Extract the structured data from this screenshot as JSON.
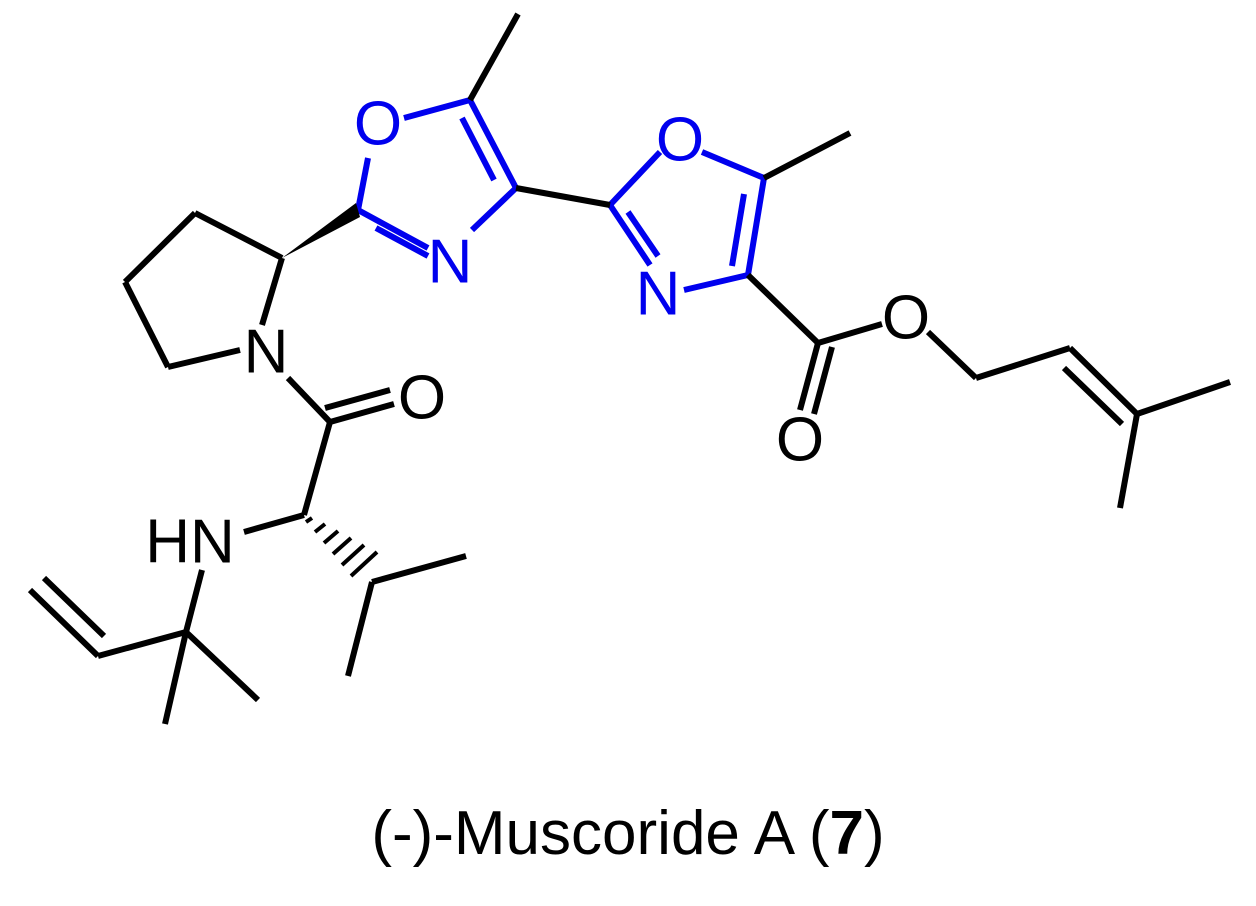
{
  "molecule": {
    "caption_prefix": "(-)-Muscoride A (",
    "caption_number": "7",
    "caption_suffix": ")"
  },
  "atoms": {
    "oxazole1_o": "O",
    "oxazole1_n": "N",
    "oxazole2_o": "O",
    "oxazole2_n": "N",
    "pyrrolidine_n": "N",
    "amide_o": "O",
    "ester_o": "O",
    "carbonyl_o": "O",
    "amine_nh": "HN"
  },
  "colors": {
    "bond": "#000000",
    "heteroring": "#0000ee",
    "background": "#ffffff"
  }
}
